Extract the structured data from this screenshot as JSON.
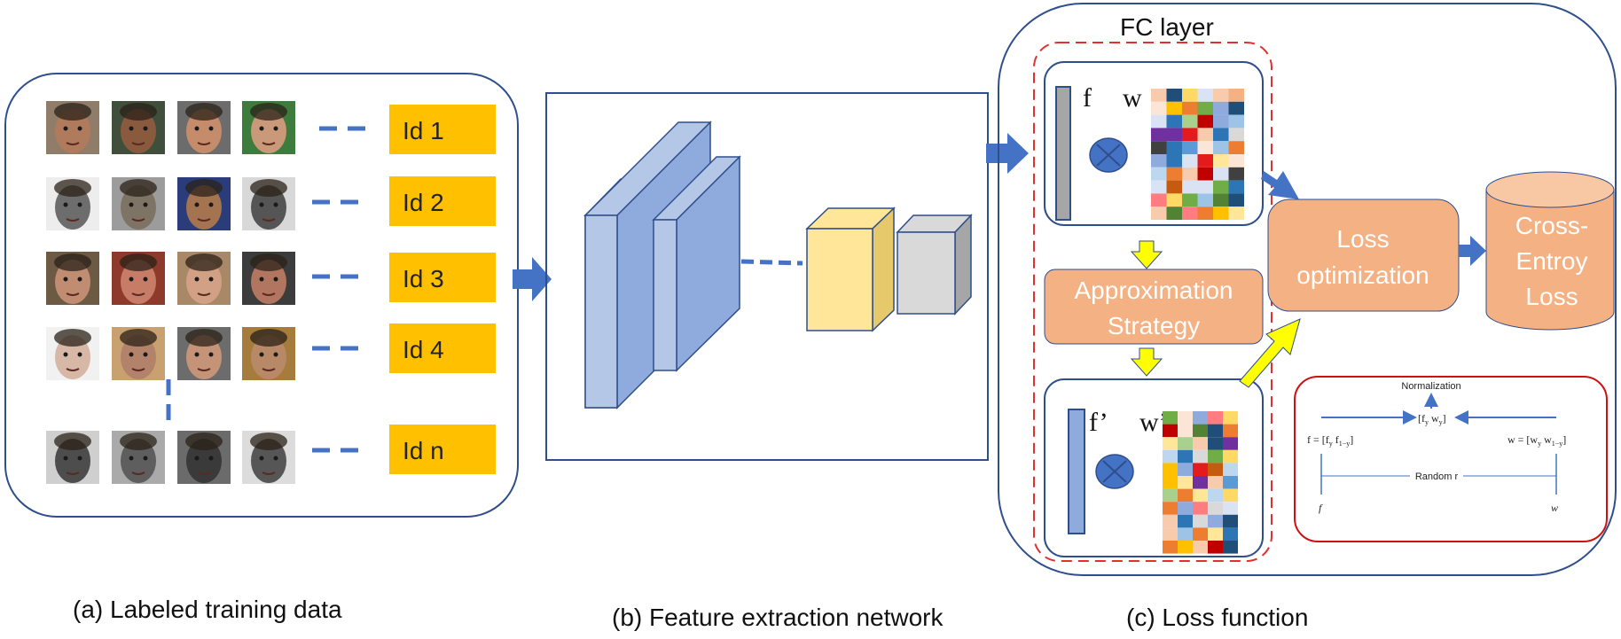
{
  "panels": {
    "a": {
      "caption": "(a) Labeled training data"
    },
    "b": {
      "caption": "(b) Feature extraction network"
    },
    "c": {
      "caption": "(c) Loss function",
      "fc_title": "FC layer"
    }
  },
  "identities": [
    "Id 1",
    "Id 2",
    "Id 3",
    "Id 4",
    "Id n"
  ],
  "boxes": {
    "approximation": [
      "Approximation",
      "Strategy"
    ],
    "loss_optimization": [
      "Loss",
      "optimization"
    ],
    "cross_entropy": [
      "Cross-",
      "Entroy",
      "Loss"
    ]
  },
  "matrix_labels": {
    "f": "f",
    "w": "w",
    "f_prime": "f’",
    "w_prime": "w’"
  },
  "normalization_inset": {
    "title": "Normalization",
    "center": "[f",
    "center_sub1": "y",
    "center_mid": " w",
    "center_sub2": "y",
    "center_end": "]",
    "left_eq": "f = [f",
    "left_sub1": "y",
    "left_mid": " f",
    "left_sub2": "1−y",
    "left_end": "]",
    "right_eq": "w = [w",
    "right_sub1": "y",
    "right_mid": " w",
    "right_sub2": "1−y",
    "right_end": "]",
    "random": "Random r",
    "f_label": "f",
    "w_label": "w"
  },
  "colors": {
    "panel_border": "#2f4e8c",
    "id_box": "#ffc000",
    "arrow_blue": "#4472c4",
    "arrow_yellow": "#ffff00",
    "orange_box": "#f4b183",
    "red_dash": "#e03030",
    "inset_border": "#d01010",
    "layer_blue": "#b4c7e7",
    "layer_yellow": "#ffe699",
    "layer_gray": "#d9d9d9"
  }
}
